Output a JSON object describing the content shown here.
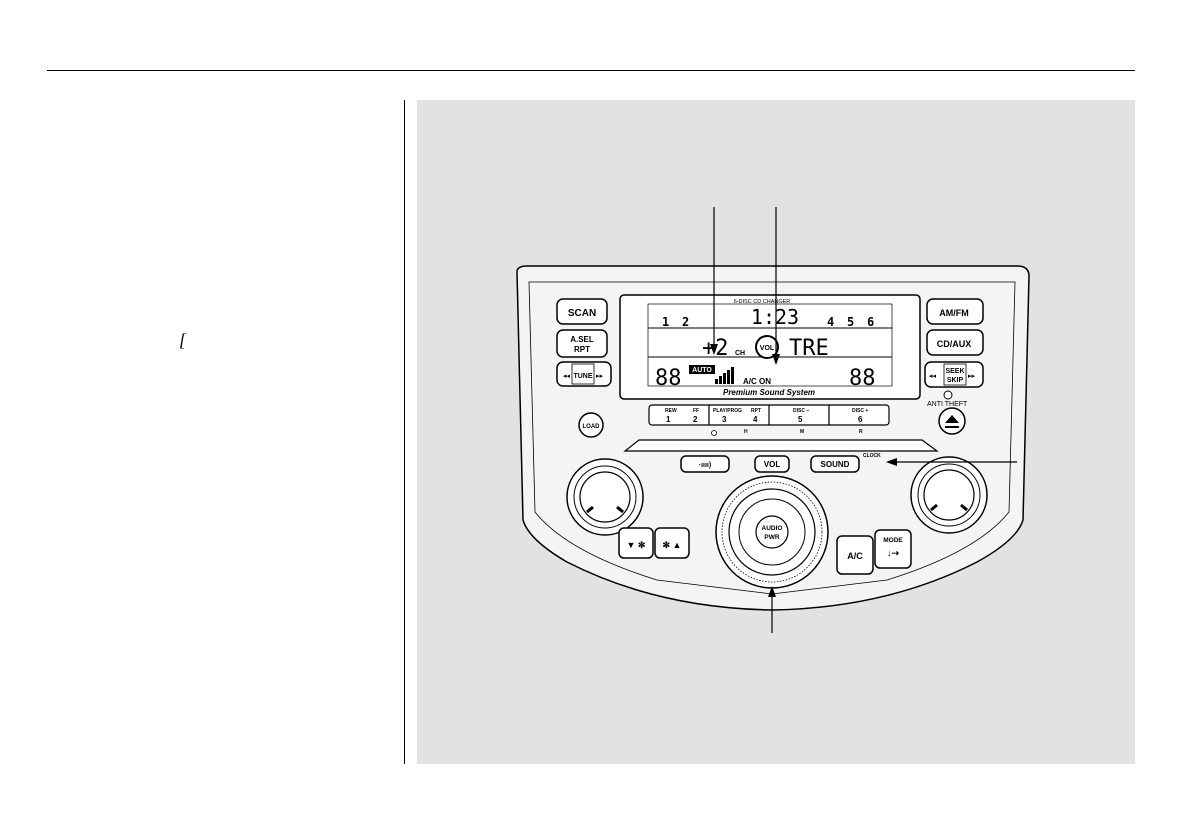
{
  "sidebar": {
    "mark": "["
  },
  "console": {
    "left_buttons": {
      "scan": "SCAN",
      "asel": "A.SEL",
      "rpt": "RPT",
      "tune": "TUNE"
    },
    "right_buttons": {
      "amfm": "AM/FM",
      "cdaux": "CD/AUX",
      "seek": "SEEK",
      "skip": "SKIP"
    },
    "anti_theft": "ANTI THEFT",
    "load": "LOAD",
    "display": {
      "changer_label": "6-DISC CD CHANGER",
      "disc_slots": [
        "1",
        "2",
        "4",
        "5",
        "6"
      ],
      "clock": "1:23",
      "channel_value": "+2",
      "channel_unit": "CH",
      "vol_label": "VOL",
      "mode_text": "TRE",
      "left_temp": "88",
      "auto_label": "AUTO",
      "ac_on": "A/C ON",
      "right_temp": "88",
      "system_name": "Premium Sound System"
    },
    "preset_buttons": [
      {
        "top": "REW",
        "num": "1"
      },
      {
        "top": "FF",
        "num": "2"
      },
      {
        "top": "PLAY/PROG",
        "num": "3"
      },
      {
        "top": "RPT",
        "num": "4"
      },
      {
        "top": "DISC –",
        "num": "5"
      },
      {
        "top": "DISC +",
        "num": "6"
      }
    ],
    "preset_subs": [
      "H",
      "M",
      "R"
    ],
    "lower_buttons": {
      "sound": "SOUND",
      "vol": "VOL",
      "clock": "CLOCK",
      "audio": "AUDIO",
      "pwr": "PWR",
      "ac": "A/C",
      "mode": "MODE"
    }
  }
}
